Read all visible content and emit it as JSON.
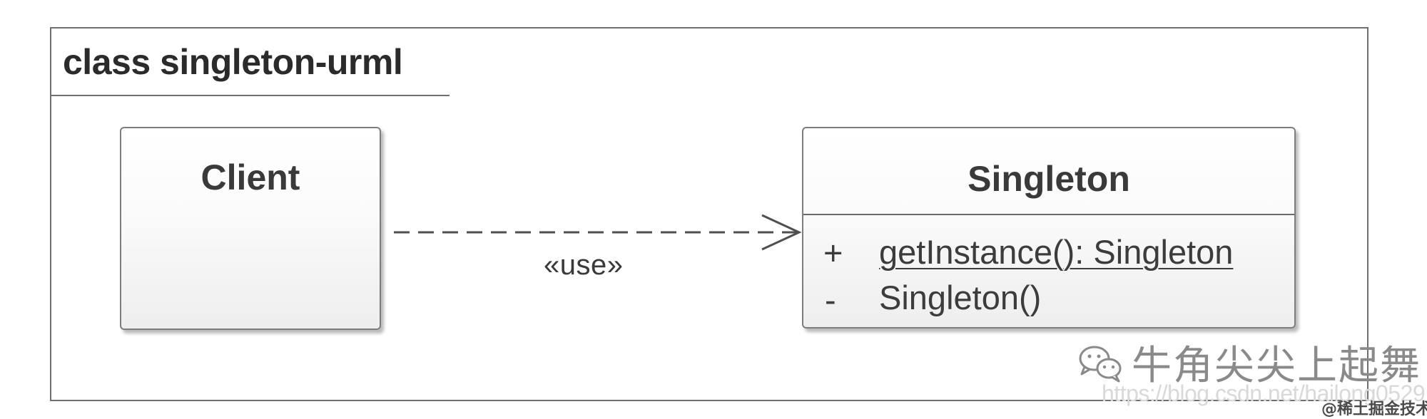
{
  "frame": {
    "title": "class singleton-urml"
  },
  "classes": {
    "client": {
      "name": "Client"
    },
    "singleton": {
      "name": "Singleton",
      "members": [
        {
          "visibility": "+",
          "signature": "getInstance(): Singleton",
          "is_static": true
        },
        {
          "visibility": "-",
          "signature": "Singleton()",
          "is_static": false
        }
      ]
    }
  },
  "relationship": {
    "type": "dependency",
    "from": "Client",
    "to": "Singleton",
    "stereotype": "«use»"
  },
  "watermark": {
    "icon": "wechat-icon",
    "account_name": "牛角尖尖上起舞",
    "url": "https://blog.csdn.net/hailong0529",
    "community": "@稀土掘金技术社区"
  },
  "colors": {
    "frame_border": "#6f6f6f",
    "text": "#3a3a3a",
    "watermark": "#8a8a8a"
  }
}
